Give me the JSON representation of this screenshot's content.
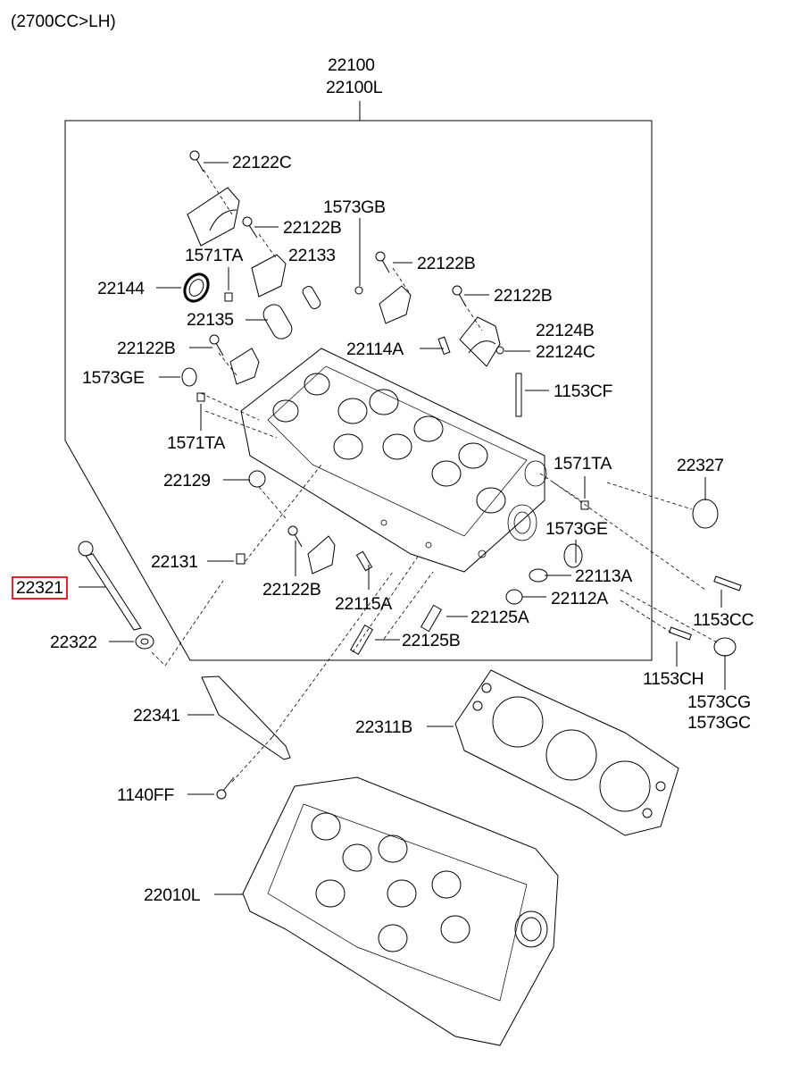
{
  "title": "(2700CC>LH)",
  "highlight_color": "#e8242b",
  "group": {
    "labels": [
      "22100",
      "22100L"
    ]
  },
  "parts": {
    "p22122C": "22122C",
    "p22122B_1": "22122B",
    "p1573GB": "1573GB",
    "p1571TA_1": "1571TA",
    "p22133": "22133",
    "p22122B_2": "22122B",
    "p22144": "22144",
    "p22122B_3": "22122B",
    "p22135": "22135",
    "p22124B": "22124B",
    "p22122B_4": "22122B",
    "p22114A": "22114A",
    "p22124C": "22124C",
    "p1573GE_1": "1573GE",
    "p1153CF": "1153CF",
    "p1571TA_2": "1571TA",
    "p1571TA_3": "1571TA",
    "p22327": "22327",
    "p22129": "22129",
    "p1573GE_2": "1573GE",
    "p22131": "22131",
    "p22113A": "22113A",
    "p22321": "22321",
    "p22122B_5": "22122B",
    "p22112A": "22112A",
    "p22115A": "22115A",
    "p22125A": "22125A",
    "p1153CC": "1153CC",
    "p22322": "22322",
    "p22125B": "22125B",
    "p1153CH": "1153CH",
    "p1573CG": "1573CG",
    "p1573GC": "1573GC",
    "p22341": "22341",
    "p22311B": "22311B",
    "p1140FF": "1140FF",
    "p22010L": "22010L"
  },
  "selected_part": "22321"
}
